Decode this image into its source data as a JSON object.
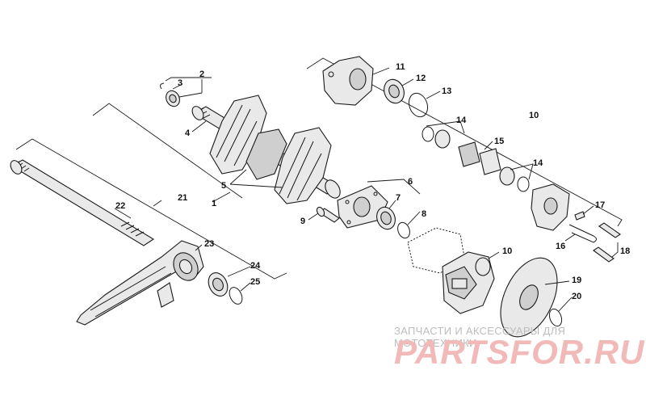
{
  "diagram": {
    "callouts": [
      "1",
      "2",
      "3",
      "4",
      "5",
      "6",
      "7",
      "8",
      "9",
      "10",
      "10",
      "11",
      "12",
      "13",
      "14",
      "14",
      "15",
      "16",
      "17",
      "18",
      "19",
      "20",
      "21",
      "22",
      "23",
      "24",
      "25"
    ]
  },
  "watermark": {
    "caption": "ЗАПЧАСТИ И АКСЕССУАРЫ ДЛЯ МОТОТЕХНИКИ",
    "logo": "PARTSFOR.RU"
  }
}
